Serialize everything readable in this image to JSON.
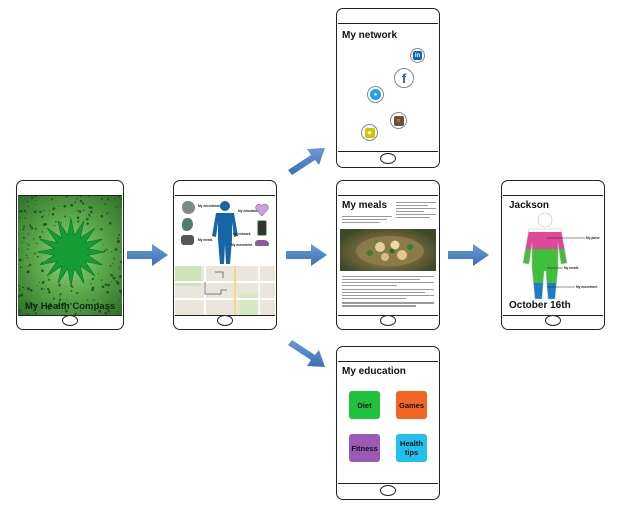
{
  "phones": {
    "compass": {
      "title": "My Health Compass"
    },
    "dashboard": {
      "labels": {
        "microbiome": "My microbiome",
        "network": "My network",
        "meals": "My meals",
        "education": "My education",
        "movement": "My movement"
      }
    },
    "network": {
      "title": "My network"
    },
    "meals": {
      "title": "My meals"
    },
    "education": {
      "title": "My education",
      "buttons": [
        {
          "label": "Diet",
          "color": "#1fc23d"
        },
        {
          "label": "Games",
          "color": "#f26522"
        },
        {
          "label": "Fitness",
          "color": "#9b59b6"
        },
        {
          "label": "Health tips",
          "color": "#22c0ec"
        }
      ]
    },
    "profile": {
      "name": "Jackson",
      "date": "October 16th",
      "labels": {
        "pulse": "My pulse",
        "meals": "My meals",
        "movement": "My movement"
      }
    }
  },
  "colors": {
    "arrow": "#4a7fc1",
    "pink": "#e0479a",
    "green": "#3fbf3a",
    "blue": "#1b7ecb"
  }
}
